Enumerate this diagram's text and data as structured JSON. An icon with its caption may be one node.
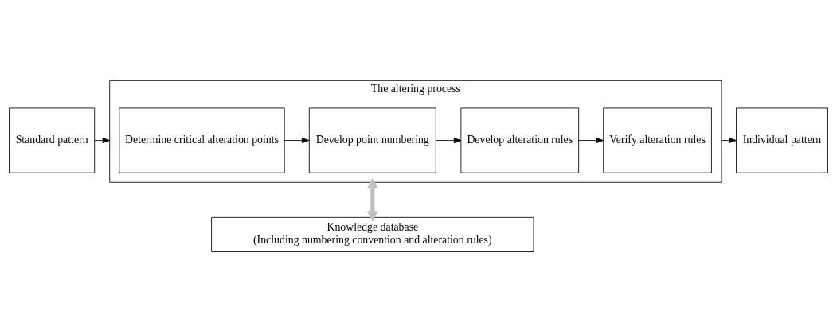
{
  "diagram": {
    "nodes": [
      {
        "text": [
          "Standard pattern"
        ]
      },
      {
        "text": [
          "The altering process"
        ]
      },
      {
        "text": [
          "Determine critical alteration points"
        ],
        "in": 1
      },
      {
        "text": [
          "Develop point numbering"
        ],
        "in": 1
      },
      {
        "text": [
          "Develop alteration rules"
        ],
        "in": 1
      },
      {
        "text": [
          "Verify alteration rules"
        ],
        "in": 1
      },
      {
        "text": [
          "Individual pattern"
        ]
      },
      {
        "text": [
          "Knowledge database",
          "(Including numbering convention and alteration rules)"
        ]
      }
    ],
    "edges": [
      {
        "from": 0,
        "to": 1,
        "arrow": "to"
      },
      {
        "from": 2,
        "to": 3,
        "arrow": "to"
      },
      {
        "from": 3,
        "to": 4,
        "arrow": "to"
      },
      {
        "from": 4,
        "to": 5,
        "arrow": "to"
      },
      {
        "from": 1,
        "to": 6,
        "arrow": "to"
      },
      {
        "from": 1,
        "to": 7,
        "arrow": "both",
        "style": "thick",
        "color": "#c0c0c0"
      }
    ]
  }
}
